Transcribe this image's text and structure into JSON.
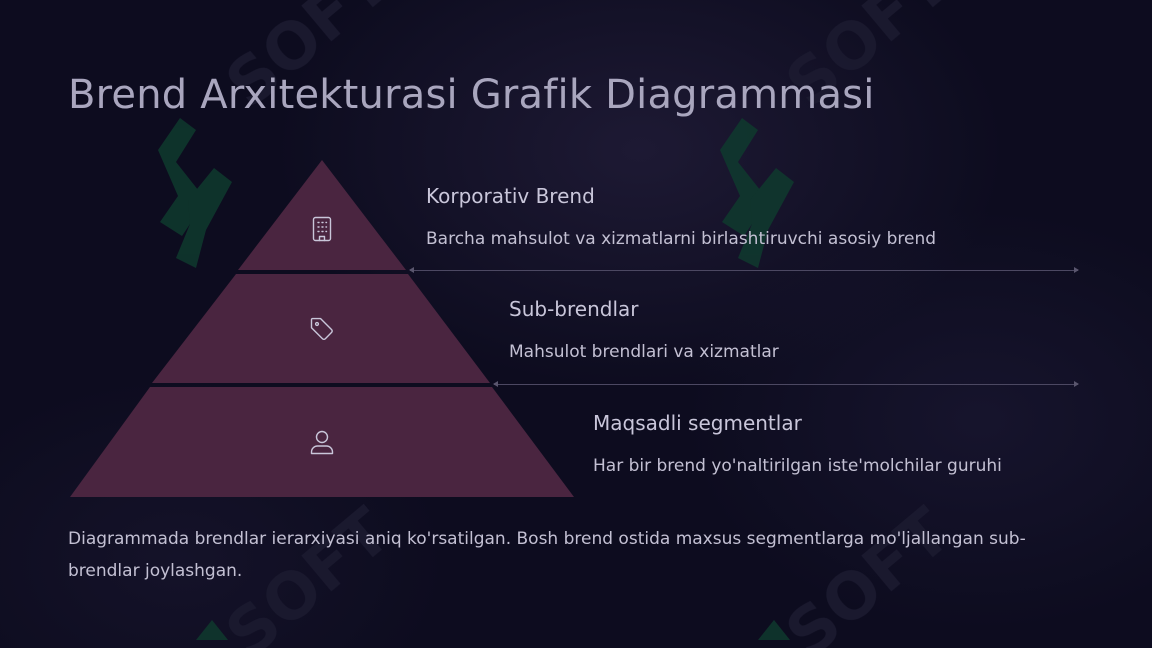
{
  "title": "Brend Arxitekturasi Grafik Diagrammasi",
  "levels": [
    {
      "title": "Korporativ Brend",
      "description": "Barcha mahsulot va xizmatlarni birlashtiruvchi asosiy brend",
      "icon": "building-icon"
    },
    {
      "title": "Sub-brendlar",
      "description": "Mahsulot brendlari va xizmatlar",
      "icon": "tag-icon"
    },
    {
      "title": "Maqsadli segmentlar",
      "description": "Har bir brend yo'naltirilgan iste'molchilar guruhi",
      "icon": "user-icon"
    }
  ],
  "caption": "Diagrammada brendlar ierarxiyasi aniq ko'rsatilgan. Bosh brend ostida maxsus segmentlarga mo'ljallangan sub-brendlar joylashgan.",
  "watermark": "SOFT",
  "colors": {
    "background": "#0d0c1f",
    "tier_fill": "#4a2540",
    "connector": "#4c4862",
    "watermark_green": "#0f3a2e"
  }
}
